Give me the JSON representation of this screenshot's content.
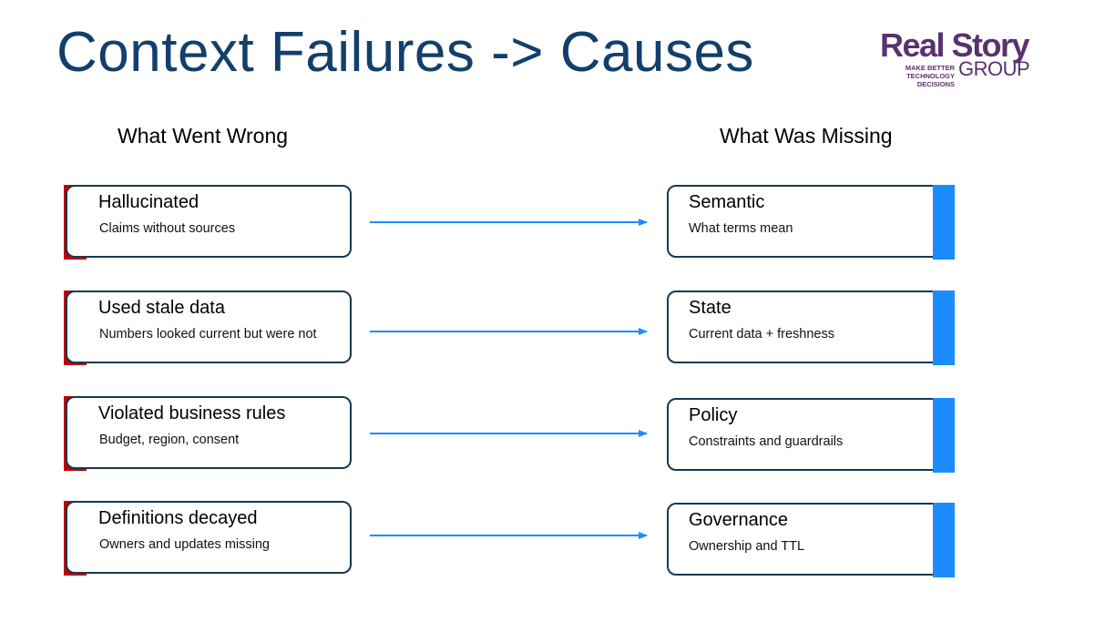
{
  "title": "Context Failures -> Causes",
  "logo": {
    "main": "Real Story",
    "tagline_1": "MAKE BETTER",
    "tagline_2": "TECHNOLOGY DECISIONS",
    "group": "GROUP"
  },
  "left_header": "What Went Wrong",
  "right_header": "What Was Missing",
  "failures": [
    {
      "title": "Hallucinated",
      "subtitle": "Claims without sources"
    },
    {
      "title": "Used stale data",
      "subtitle": "Numbers looked current but were not"
    },
    {
      "title": "Violated business rules",
      "subtitle": "Budget, region, consent"
    },
    {
      "title": "Definitions decayed",
      "subtitle": "Owners and updates missing"
    }
  ],
  "causes": [
    {
      "title": "Semantic",
      "subtitle": "What terms mean"
    },
    {
      "title": "State",
      "subtitle": "Current data + freshness"
    },
    {
      "title": "Policy",
      "subtitle": "Constraints and guardrails"
    },
    {
      "title": "Governance",
      "subtitle": "Ownership and TTL"
    }
  ],
  "colors": {
    "title": "#123f6b",
    "failure_accent": "#c00000",
    "cause_accent": "#1a8cff",
    "arrow": "#1a8cff",
    "box_border": "#17394f",
    "logo": "#5a3170"
  }
}
